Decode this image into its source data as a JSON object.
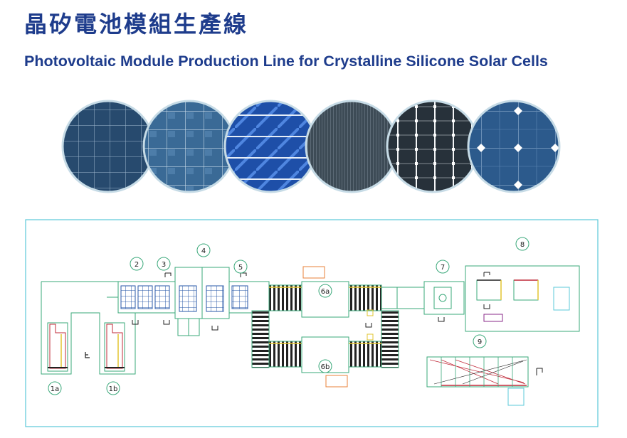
{
  "title_zh": "晶矽電池模組生產線",
  "title_en": "Photovoltaic Module Production Line for Crystalline Silicone Solar Cells",
  "stations": {
    "s1a": "1a",
    "s1b": "1b",
    "s2": "2",
    "s3": "3",
    "s4": "4",
    "s5": "5",
    "s6a": "6a",
    "s6b": "6b",
    "s7": "7",
    "s8": "8",
    "s9": "9"
  },
  "colors": {
    "title": "#1e3c8c",
    "frame": "#5bc8d8",
    "line": "#3aa87a",
    "cell_blue": "#2a5aa8"
  },
  "icons": [
    "solar-panel-photo",
    "worker-icon"
  ]
}
